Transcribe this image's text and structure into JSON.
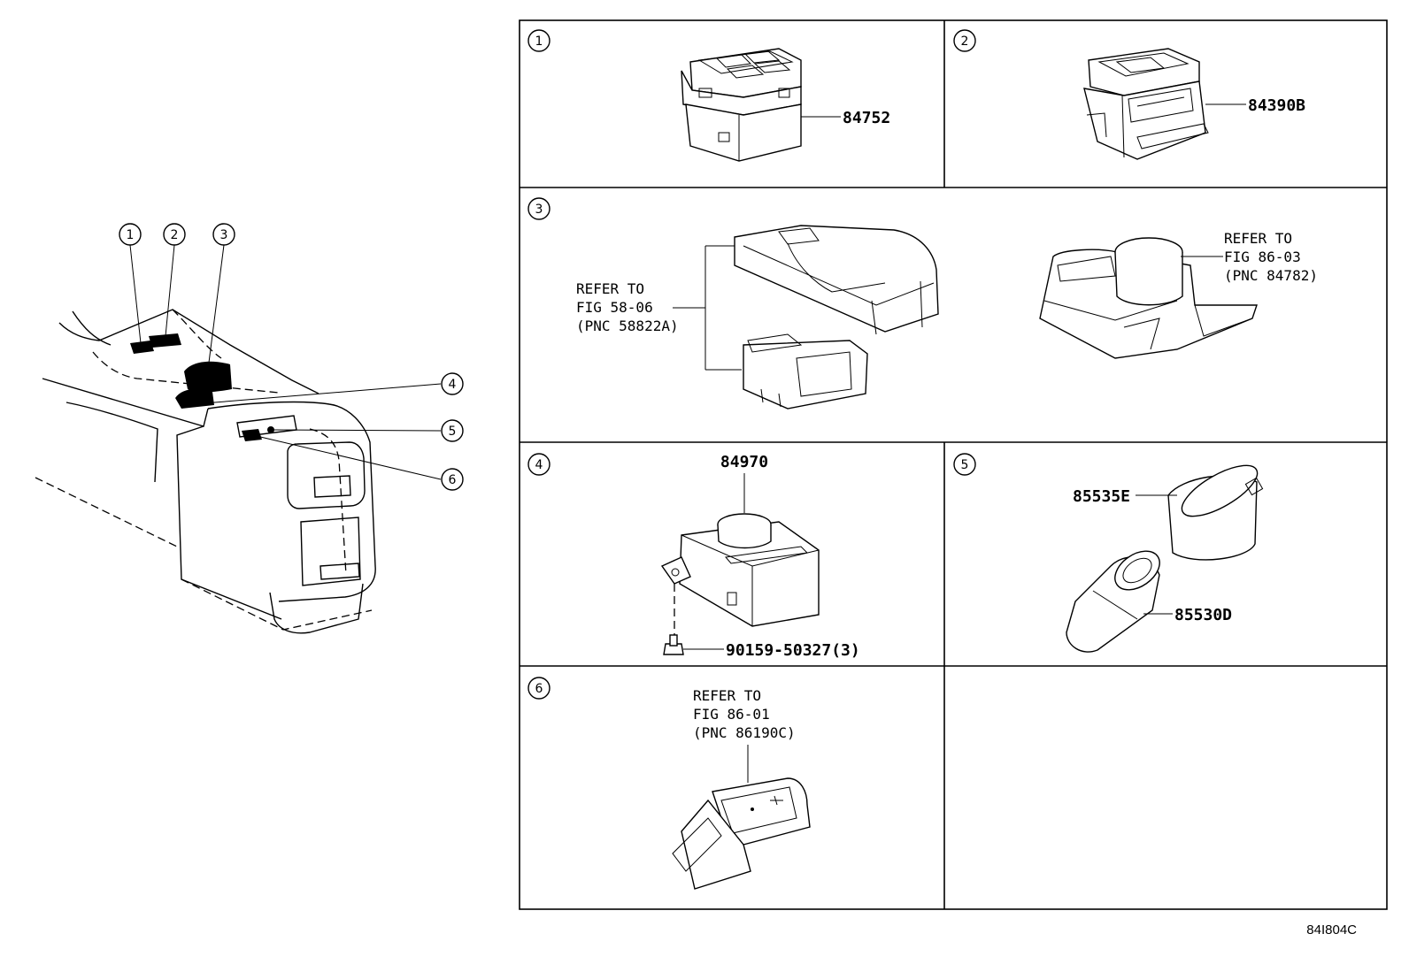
{
  "overview": {
    "callouts": [
      "1",
      "2",
      "3",
      "4",
      "5",
      "6"
    ]
  },
  "panels": [
    {
      "id": "1",
      "parts": [
        "84752"
      ]
    },
    {
      "id": "2",
      "parts": [
        "84390B"
      ]
    },
    {
      "id": "3",
      "refs": [
        {
          "line1": "REFER TO",
          "line2": "FIG 58-06",
          "line3": "(PNC 58822A)"
        },
        {
          "line1": "REFER TO",
          "line2": "FIG 86-03",
          "line3": "(PNC 84782)"
        }
      ]
    },
    {
      "id": "4",
      "parts": [
        "84970",
        "90159-50327(3)"
      ]
    },
    {
      "id": "5",
      "parts": [
        "85535E",
        "85530D"
      ]
    },
    {
      "id": "6",
      "refs": [
        {
          "line1": "REFER TO",
          "line2": "FIG 86-01",
          "line3": "(PNC 86190C)"
        }
      ]
    }
  ],
  "figure_code": "84I804C"
}
